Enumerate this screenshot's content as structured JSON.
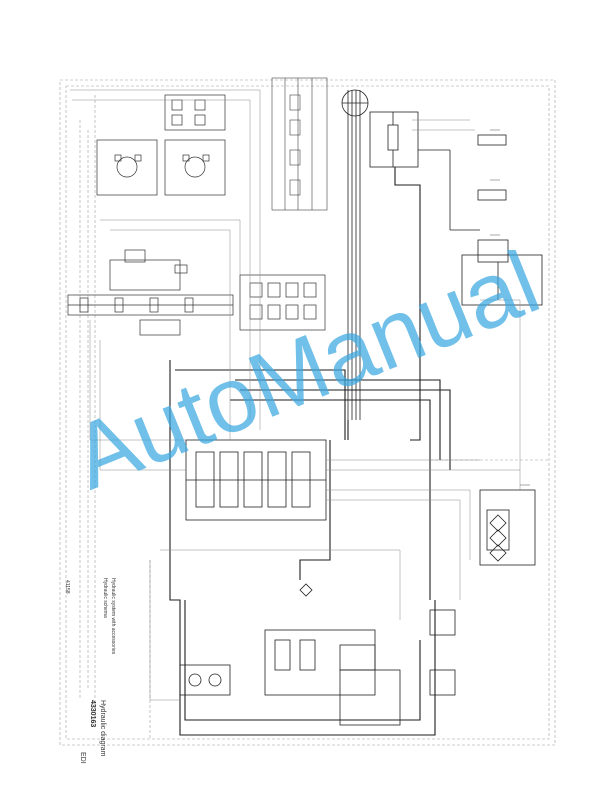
{
  "watermark": {
    "text": "AutoManual",
    "color": "#3aa8e0"
  },
  "title_block": {
    "line1": "Hydraulic diagram",
    "line2": "4330163",
    "line3": "EDI"
  },
  "notes": {
    "line1": "Hydraulic system with accessories",
    "line2": "Hydraulic schema",
    "line3": "41158"
  },
  "colors": {
    "line": "#2b2b2b",
    "thin": "#777777",
    "dashed": "#9a9a9a"
  }
}
